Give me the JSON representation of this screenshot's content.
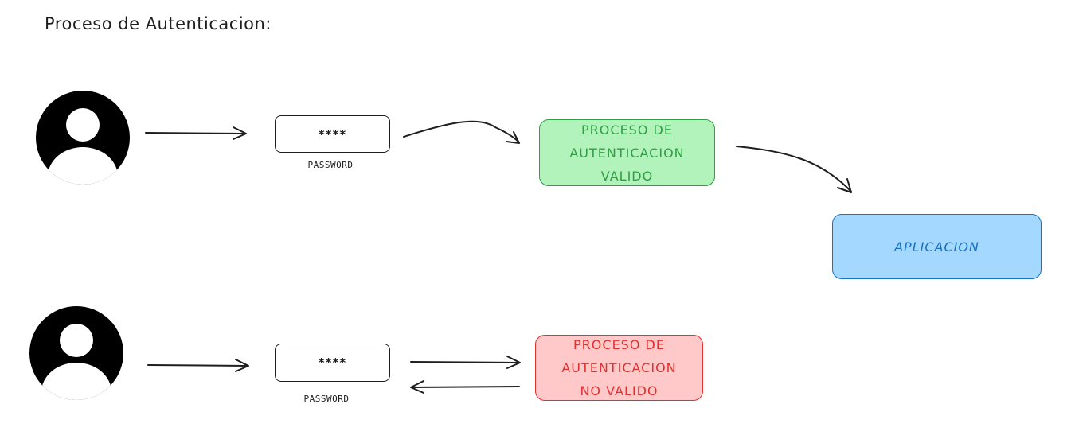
{
  "title": "Proceso de Autenticacion:",
  "colors": {
    "stroke": "#1e1e1e",
    "valid_fill": "#b2f2bb",
    "valid_stroke": "#2f9e44",
    "invalid_fill": "#ffc9c9",
    "invalid_stroke": "#e03131",
    "app_fill": "#a5d8ff",
    "app_stroke": "#1971c2"
  },
  "flow_valid": {
    "user_icon": "user-avatar-icon",
    "password_value": "****",
    "password_label": "PASSWORD",
    "process_label": "PROCESO DE\nAUTENTICACION\nVALIDO",
    "app_label": "APLICACION"
  },
  "flow_invalid": {
    "user_icon": "user-avatar-icon",
    "password_value": "****",
    "password_label": "PASSWORD",
    "process_label": "PROCESO DE\nAUTENTICACION\nNO VALIDO"
  }
}
